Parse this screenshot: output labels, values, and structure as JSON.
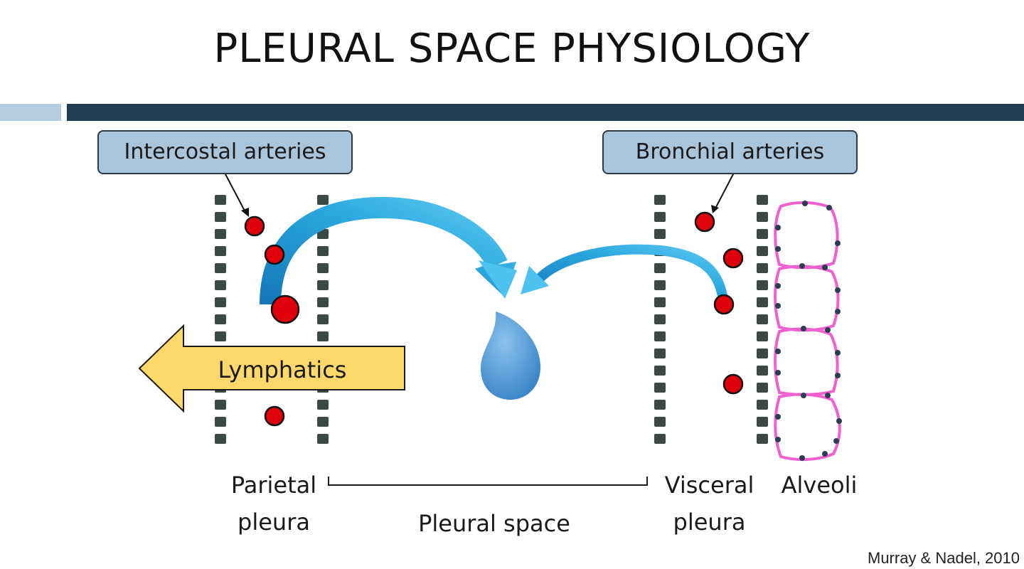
{
  "slide": {
    "title": "PLEURAL SPACE PHYSIOLOGY",
    "citation": "Murray & Nadel, 2010"
  },
  "diagram": {
    "callouts": {
      "intercostal": "Intercostal arteries",
      "bronchial": "Bronchial arteries"
    },
    "lymphatics": "Lymphatics",
    "labels": {
      "parietal": [
        "Parietal",
        "pleura"
      ],
      "visceral": [
        "Visceral",
        "pleura"
      ],
      "alveoli": "Alveoli",
      "pleural_space": "Pleural space"
    }
  },
  "colors": {
    "title_bar": "#223d52",
    "title_bar_accent": "#b4cde1",
    "callout_fill": "#a9c5dc",
    "membrane": "#3c4a47",
    "vessel": "#e0000b",
    "flow_arrow": "#2aa7dd",
    "droplet": "#3f8fcf",
    "lymph_arrow": "#ffd86b",
    "alveoli": "#f060d0"
  }
}
